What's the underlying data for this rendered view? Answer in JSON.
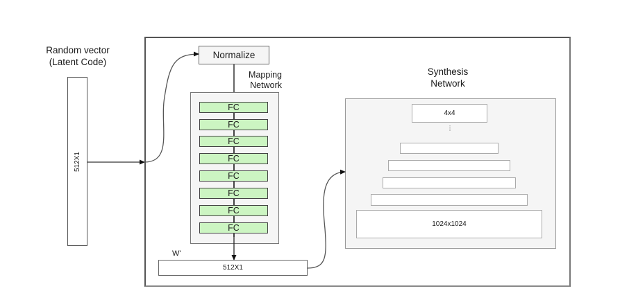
{
  "latent": {
    "title_line1": "Random vector",
    "title_line2": "(Latent Code)",
    "vector_label": "512X1"
  },
  "mapping": {
    "normalize_label": "Normalize",
    "title_line1": "Mapping",
    "title_line2": "Network",
    "layers": [
      "FC",
      "FC",
      "FC",
      "FC",
      "FC",
      "FC",
      "FC",
      "FC"
    ],
    "output_name": "W'",
    "output_label": "512X1"
  },
  "synthesis": {
    "title_line1": "Synthesis",
    "title_line2": "Network",
    "top_layer_label": "4x4",
    "ellipsis": "⁞",
    "bottom_layer_label": "1024x1024"
  },
  "colors": {
    "fc_fill": "#ccf5c2",
    "panel_fill": "#f5f5f5"
  }
}
